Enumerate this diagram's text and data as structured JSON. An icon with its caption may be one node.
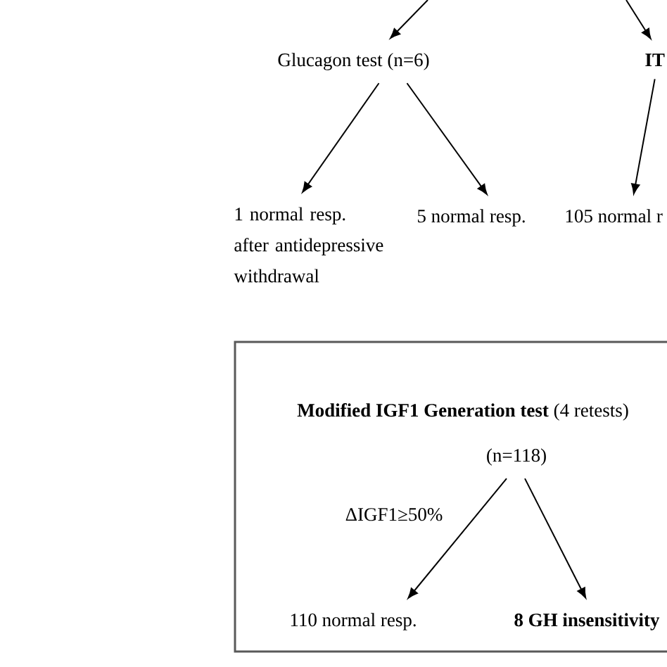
{
  "diagram": {
    "nodes": [
      {
        "text": [
          "Glucagon test (n=6)"
        ]
      },
      {
        "text": [
          "IT"
        ]
      },
      {
        "text": [
          "1 normal resp. after antidepressive withdrawal"
        ]
      },
      {
        "text": [
          "5 normal resp."
        ]
      },
      {
        "text": [
          "105 normal r"
        ]
      },
      {
        "text": [
          "**Modified IGF1 Generation test** (4 retests)"
        ]
      },
      {
        "text": [
          "(n=118)"
        ],
        "in": 5
      },
      {
        "text": [
          "110 normal resp."
        ],
        "in": 5
      },
      {
        "text": [
          "8 GH insensitivity"
        ],
        "in": 5
      }
    ],
    "edges": [
      {
        "from": null,
        "to": 0,
        "arrow": "to"
      },
      {
        "from": null,
        "to": 1,
        "arrow": "to"
      },
      {
        "from": 0,
        "to": 2,
        "arrow": "to"
      },
      {
        "from": 0,
        "to": 3,
        "arrow": "to"
      },
      {
        "from": 1,
        "to": 4,
        "arrow": "to"
      },
      {
        "from": 6,
        "to": 7,
        "arrow": "to",
        "label": "ΔIGF1≥50%"
      },
      {
        "from": 6,
        "to": 8,
        "arrow": "to"
      }
    ]
  }
}
